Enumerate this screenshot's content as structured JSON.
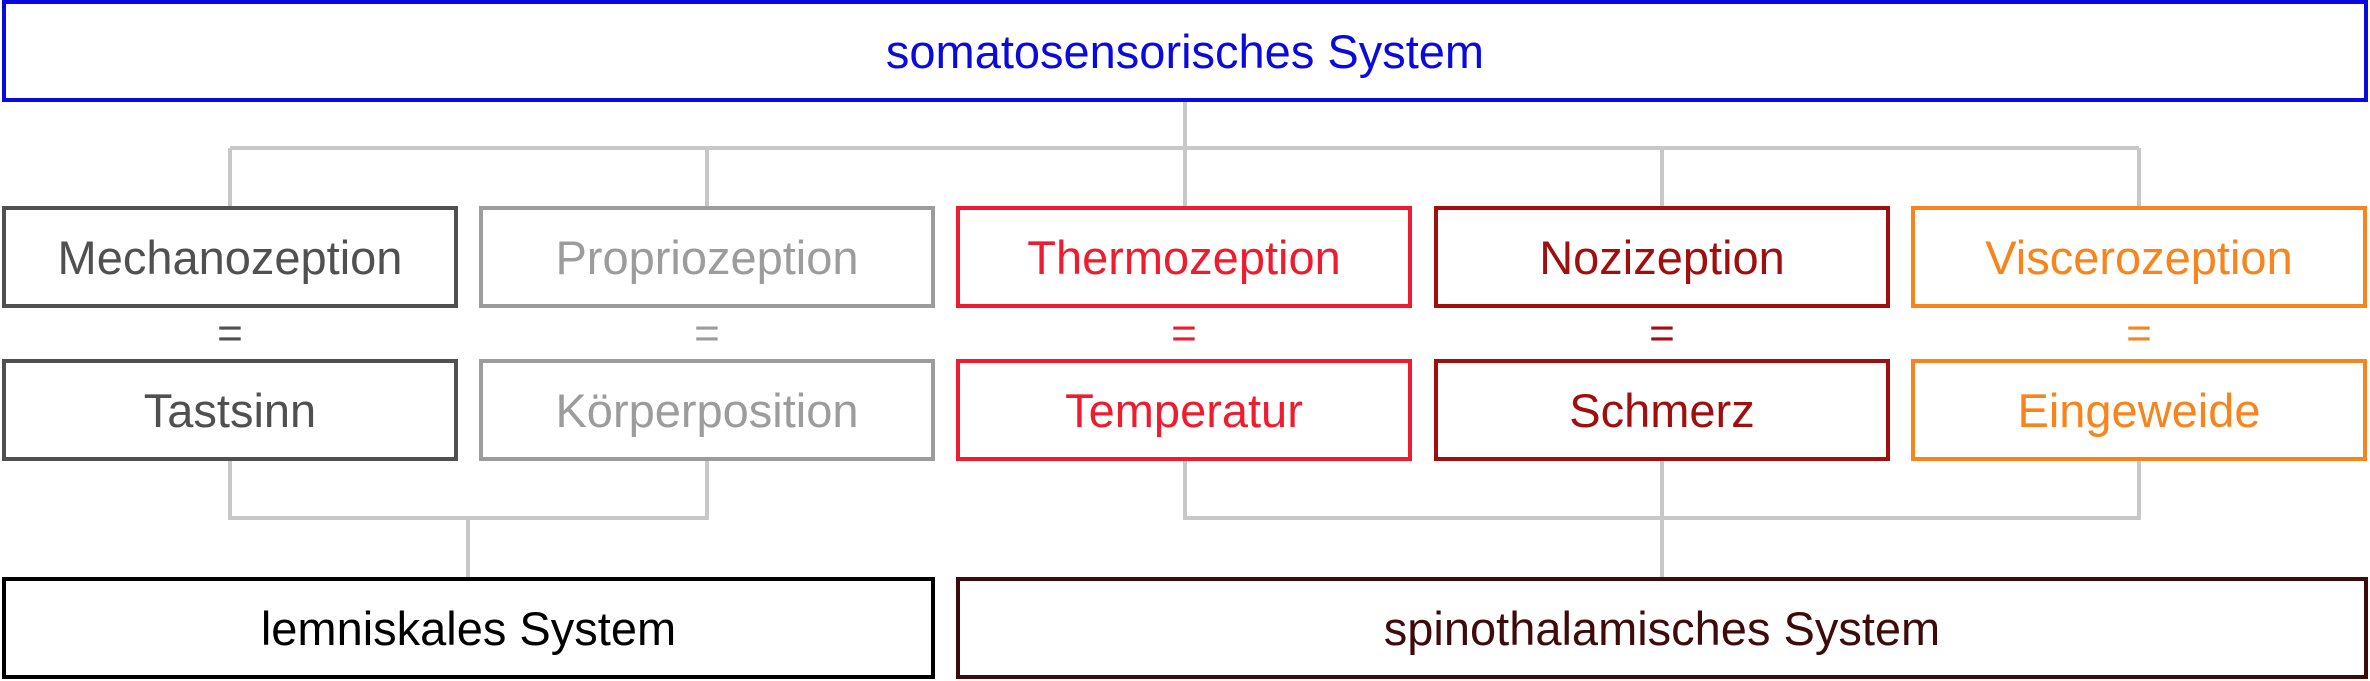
{
  "top": {
    "label": "somatosensorisches System",
    "color": "#0a0adf"
  },
  "categories": [
    {
      "sense": "Mechanozeption",
      "equals": "=",
      "meaning": "Tastsinn",
      "color": "#505050"
    },
    {
      "sense": "Propriozeption",
      "equals": "=",
      "meaning": "Körperposition",
      "color": "#9c9c9c"
    },
    {
      "sense": "Thermozeption",
      "equals": "=",
      "meaning": "Temperatur",
      "color": "#ee1c2e"
    },
    {
      "sense": "Nozizeption",
      "equals": "=",
      "meaning": "Schmerz",
      "color": "#a00e0e"
    },
    {
      "sense": "Viscerozeption",
      "equals": "=",
      "meaning": "Eingeweide",
      "color": "#f7841c"
    }
  ],
  "pathways": {
    "lemniscal": {
      "label": "lemniskales System",
      "color": "#000000"
    },
    "spinothalamic": {
      "label": "spinothalamisches System",
      "color": "#3e0a0a"
    }
  },
  "connector_color": "#c8c8c8"
}
